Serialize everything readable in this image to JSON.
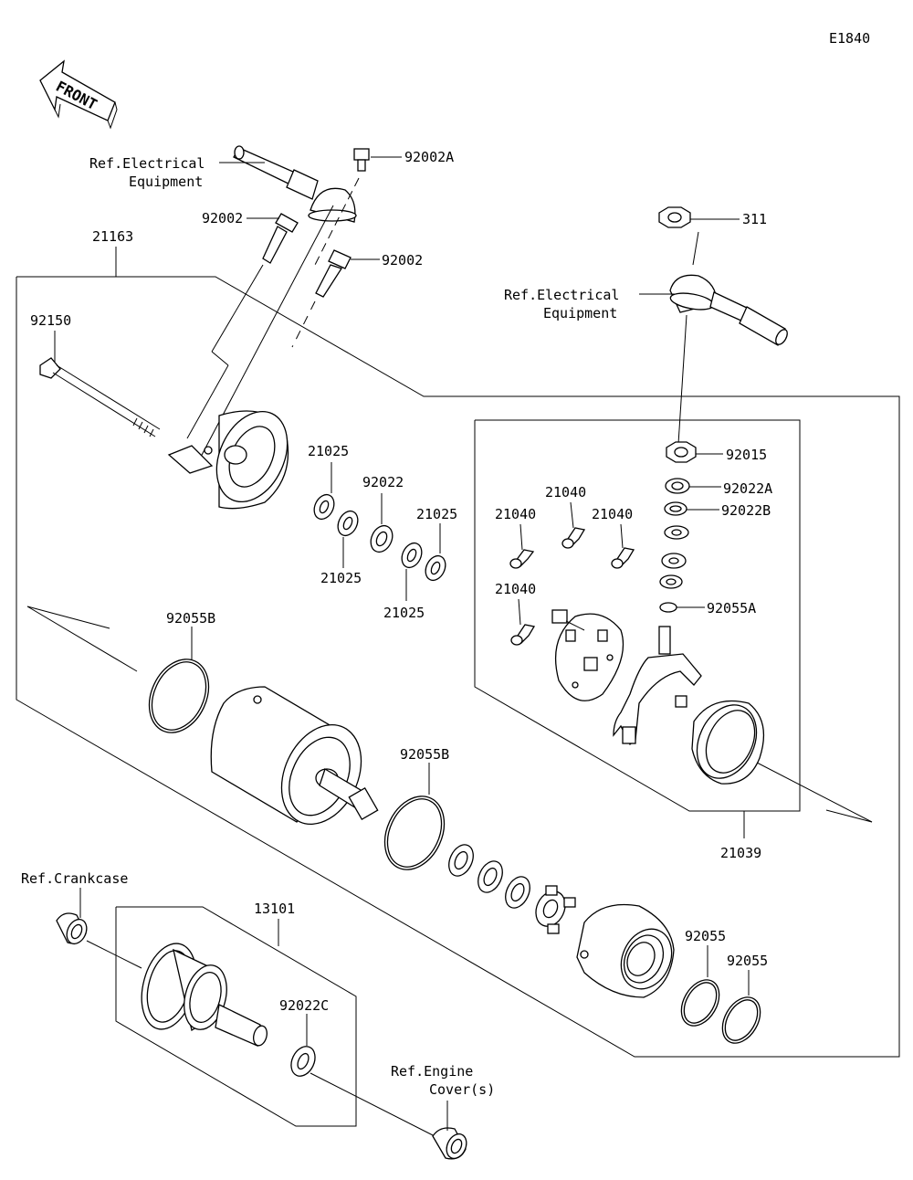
{
  "diagram_id": "E1840",
  "front_label": "FRONT",
  "labels": {
    "ref_elec_1_a": "Ref.Electrical",
    "ref_elec_1_b": "Equipment",
    "p92002A": "92002A",
    "p92002_a": "92002",
    "p92002_b": "92002",
    "p21163": "21163",
    "p92150": "92150",
    "p311": "311",
    "ref_elec_2_a": "Ref.Electrical",
    "ref_elec_2_b": "Equipment",
    "p92015": "92015",
    "p92022A": "92022A",
    "p92022B": "92022B",
    "p92055A": "92055A",
    "p21025_a": "21025",
    "p92022": "92022",
    "p21025_b": "21025",
    "p21025_c": "21025",
    "p21025_d": "21025",
    "p21040_a": "21040",
    "p21040_b": "21040",
    "p21040_c": "21040",
    "p21040_d": "21040",
    "p92055B_a": "92055B",
    "p92055B_b": "92055B",
    "p21039": "21039",
    "ref_crankcase": "Ref.Crankcase",
    "p13101": "13101",
    "p92055_a": "92055",
    "p92055_b": "92055",
    "p92022C": "92022C",
    "ref_engine_a": "Ref.Engine",
    "ref_engine_b": "Cover(s)"
  }
}
